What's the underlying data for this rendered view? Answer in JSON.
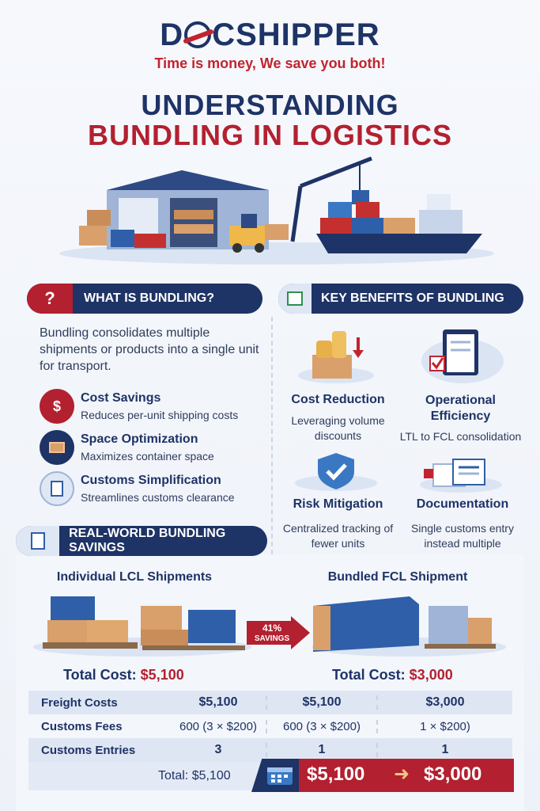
{
  "header": {
    "logo_pre": "D",
    "logo_post": "CSHIPPER",
    "tagline": "Time is money, We save you both!",
    "title_line1": "UNDERSTANDING",
    "title_line2": "BUNDLING IN LOGISTICS"
  },
  "what": {
    "heading": "WHAT IS BUNDLING?",
    "intro": "Bundling consolidates multiple shipments or products into a single unit for transport.",
    "features": [
      {
        "title": "Cost Savings",
        "desc": "Reduces per-unit shipping costs",
        "icon": "money-bag-icon"
      },
      {
        "title": "Space Optimization",
        "desc": "Maximizes container space",
        "icon": "box-icon"
      },
      {
        "title": "Customs Simplification",
        "desc": "Streamlines customs clearance",
        "icon": "document-icon"
      }
    ]
  },
  "benefits": {
    "heading": "KEY BENEFITS OF BUNDLING",
    "items": [
      {
        "title": "Cost Reduction",
        "desc": "Leveraging volume discounts",
        "icon": "coins-icon"
      },
      {
        "title": "Operational Efficiency",
        "desc": "LTL to FCL consolidation",
        "icon": "clipboard-icon"
      },
      {
        "title": "Risk Mitigation",
        "desc": "Centralized tracking of fewer units",
        "icon": "shield-icon"
      },
      {
        "title": "Documentation",
        "desc": "Single customs entry instead multiple",
        "icon": "papers-icon"
      }
    ]
  },
  "savings": {
    "heading": "REAL-WORLD BUNDLING SAVINGS",
    "left_label": "Individual LCL Shipments",
    "right_label": "Bundled FCL Shipment",
    "arrow_pct": "41%",
    "arrow_word": "SAVINGS",
    "total_label": "Total Cost:",
    "left_total": "$5,100",
    "right_total": "$3,000"
  },
  "table": {
    "rows": [
      {
        "label": "Freight Costs",
        "c1": "$5,100",
        "c2": "$5,100",
        "c3": "$3,000"
      },
      {
        "label": "Customs Fees",
        "c1": "600 (3 × $200)",
        "c2": "600 (3 × $200)",
        "c3": "1 × $200)"
      },
      {
        "label": "Customs Entries",
        "c1": "3",
        "c2": "1",
        "c3": "1"
      }
    ],
    "total_text": "Total: $5,100",
    "final_from": "$5,100",
    "final_to": "$3,000"
  },
  "colors": {
    "navy": "#1e3366",
    "red": "#b32030"
  }
}
